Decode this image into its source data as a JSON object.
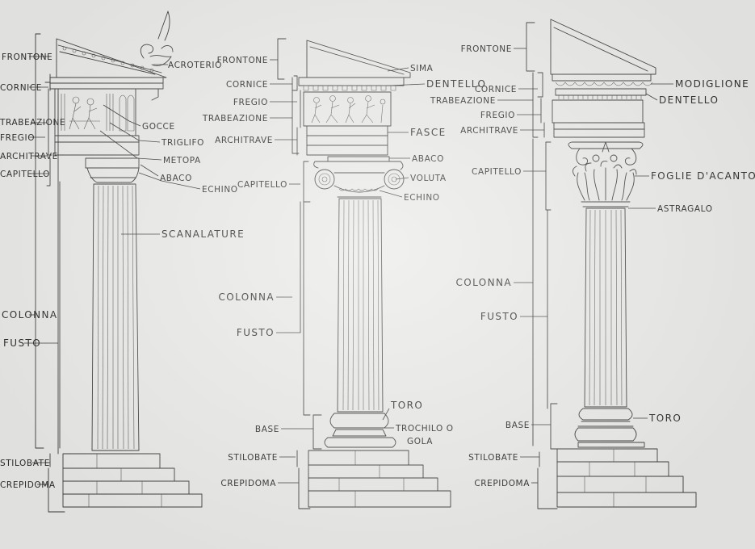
{
  "doric": {
    "left_labels": [
      "FRONTONE",
      "CORNICE",
      "TRABEAZIONE",
      "FREGIO",
      "ARCHITRAVE",
      "CAPITELLO",
      "COLONNA",
      "FUSTO",
      "STILOBATE",
      "CREPIDOMA"
    ],
    "right_labels": [
      "ACROTERIO",
      "GOCCE",
      "TRIGLIFO",
      "METOPA",
      "ABACO",
      "ECHINO",
      "SCANALATURE"
    ]
  },
  "ionic": {
    "left_labels": [
      "FRONTONE",
      "CORNICE",
      "FREGIO",
      "TRABEAZIONE",
      "ARCHITRAVE",
      "CAPITELLO",
      "COLONNA",
      "FUSTO",
      "BASE",
      "STILOBATE",
      "CREPIDOMA"
    ],
    "right_labels": [
      "SIMA",
      "DENTELLO",
      "FASCE",
      "ABACO",
      "VOLUTA",
      "ECHINO",
      "TORO",
      "TROCHILO O",
      "GOLA"
    ]
  },
  "corinthian": {
    "left_labels": [
      "FRONTONE",
      "CORNICE",
      "TRABEAZIONE",
      "FREGIO",
      "ARCHITRAVE",
      "CAPITELLO",
      "COLONNA",
      "FUSTO",
      "BASE",
      "STILOBATE",
      "CREPIDOMA"
    ],
    "right_labels": [
      "MODIGLIONE",
      "DENTELLO",
      "FOGLIE D'ACANTO",
      "ASTRAGALO",
      "TORO"
    ]
  }
}
